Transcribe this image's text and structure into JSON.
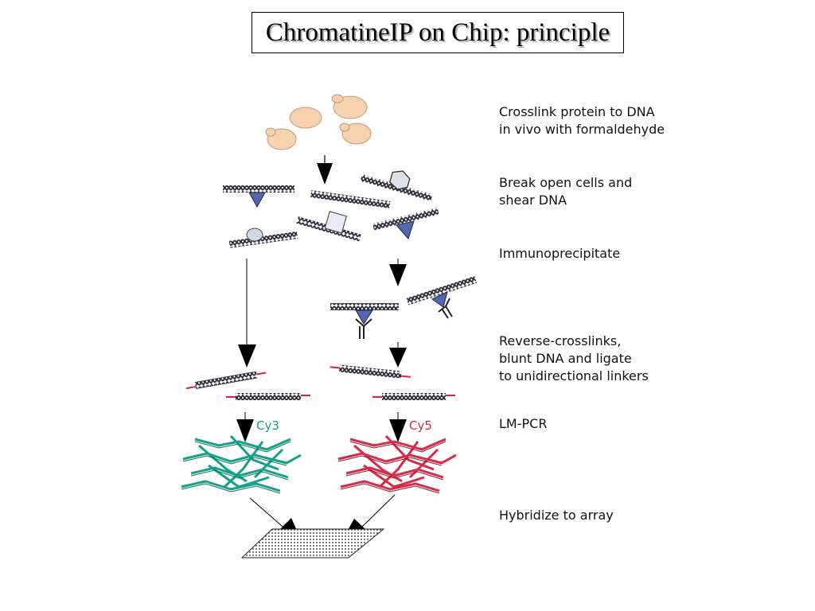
{
  "title": "ChromatineIP on Chip: principle",
  "steps": [
    {
      "lines": [
        "Crosslink protein to DNA",
        "in vivo with formaldehyde"
      ]
    },
    {
      "lines": [
        "Break open cells and",
        "shear DNA"
      ]
    },
    {
      "lines": [
        "Immunoprecipitate"
      ]
    },
    {
      "lines": [
        "Reverse-crosslinks,",
        "blunt DNA and ligate",
        "to unidirectional linkers"
      ]
    },
    {
      "lines": [
        "LM-PCR"
      ]
    },
    {
      "lines": [
        "Hybridize to array"
      ]
    }
  ],
  "dye_labels": {
    "left": "Cy3",
    "right": "Cy5"
  },
  "colors": {
    "cell": "#f7d2b0",
    "dna": "#2a2a3a",
    "protein_triangle": "#5566b0",
    "linker": "#e0203a",
    "cy3": "#15a088",
    "cy5": "#d82a48"
  }
}
